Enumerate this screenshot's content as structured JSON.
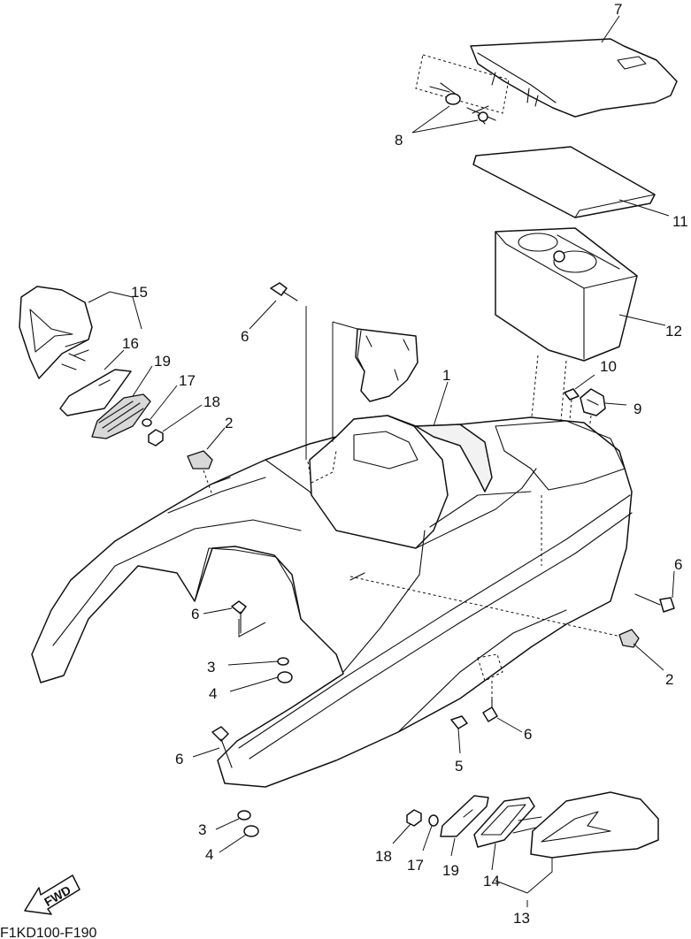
{
  "callouts": {
    "c1": "1",
    "c2a": "2",
    "c2b": "2",
    "c3a": "3",
    "c3b": "3",
    "c4a": "4",
    "c4b": "4",
    "c5": "5",
    "c6a": "6",
    "c6b": "6",
    "c6c": "6",
    "c6d": "6",
    "c6e": "6",
    "c7": "7",
    "c8": "8",
    "c9": "9",
    "c10": "10",
    "c11": "11",
    "c12": "12",
    "c13": "13",
    "c14": "14",
    "c15": "15",
    "c16": "16",
    "c17a": "17",
    "c17b": "17",
    "c18a": "18",
    "c18b": "18",
    "c19a": "19",
    "c19b": "19"
  },
  "fwd_label": "FWD",
  "diagram_code": "F1KD100-F190"
}
